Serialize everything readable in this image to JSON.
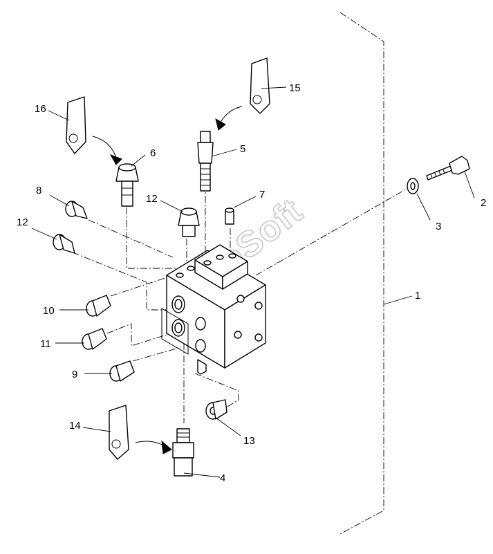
{
  "diagram": {
    "watermark": "AutoSoft",
    "callouts": [
      {
        "id": "c1",
        "label": "1"
      },
      {
        "id": "c2",
        "label": "2"
      },
      {
        "id": "c3",
        "label": "3"
      },
      {
        "id": "c4",
        "label": "4"
      },
      {
        "id": "c5",
        "label": "5"
      },
      {
        "id": "c6",
        "label": "6"
      },
      {
        "id": "c7",
        "label": "7"
      },
      {
        "id": "c8",
        "label": "8"
      },
      {
        "id": "c9",
        "label": "9"
      },
      {
        "id": "c10",
        "label": "10"
      },
      {
        "id": "c11",
        "label": "11"
      },
      {
        "id": "c12a",
        "label": "12"
      },
      {
        "id": "c12b",
        "label": "12"
      },
      {
        "id": "c13",
        "label": "13"
      },
      {
        "id": "c14",
        "label": "14"
      },
      {
        "id": "c15",
        "label": "15"
      },
      {
        "id": "c16",
        "label": "16"
      }
    ]
  }
}
